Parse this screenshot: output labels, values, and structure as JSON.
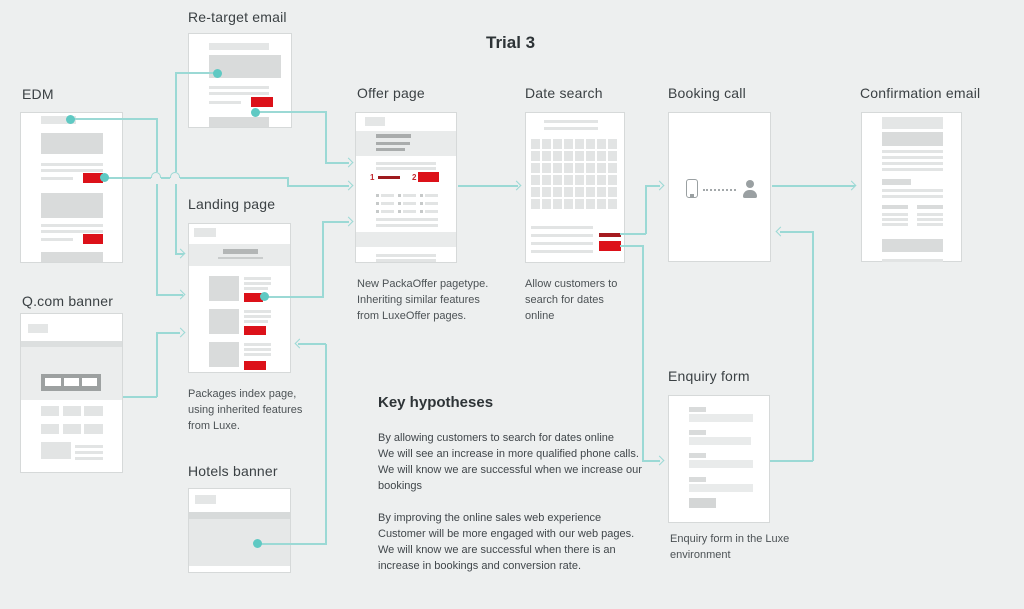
{
  "title": "Trial 3",
  "nodes": {
    "edm": {
      "label": "EDM"
    },
    "retarget_email": {
      "label": "Re-target email"
    },
    "landing_page": {
      "label": "Landing page",
      "caption": "Packages index page,\nusing inherited features\nfrom Luxe."
    },
    "qcom_banner": {
      "label": "Q.com banner"
    },
    "hotels_banner": {
      "label": "Hotels banner"
    },
    "offer_page": {
      "label": "Offer page",
      "caption": "New PackaOffer pagetype.\nInheriting similar features\nfrom LuxeOffer pages.",
      "marker_1": "1",
      "marker_2": "2"
    },
    "date_search": {
      "label": "Date search",
      "caption": "Allow customers to\nsearch for dates\nonline"
    },
    "booking_call": {
      "label": "Booking call"
    },
    "confirmation_email": {
      "label": "Confirmation email"
    },
    "enquiry_form": {
      "label": "Enquiry form",
      "caption": "Enquiry form in the Luxe\nenvironment"
    }
  },
  "hypotheses": {
    "heading": "Key hypotheses",
    "paragraph_1": "By allowing customers to search for dates online\nWe will see an increase in more qualified phone calls.\nWe will know we are successful when we increase our\nbookings",
    "paragraph_2": "By improving the online sales web experience\nCustomer will be more engaged with our web pages.\nWe will know we are successful when there is an\nincrease in bookings and conversion rate."
  },
  "icons": {
    "booking_call": [
      "phone-icon",
      "person-icon"
    ]
  },
  "colors": {
    "background": "#edefef",
    "accent_red": "#dc1119",
    "accent_red_dark": "#9e1a1e",
    "connector": "#9bd9d5",
    "connector_dot": "#5fc9c3",
    "wireframe_gray": "#d9dbdb"
  }
}
